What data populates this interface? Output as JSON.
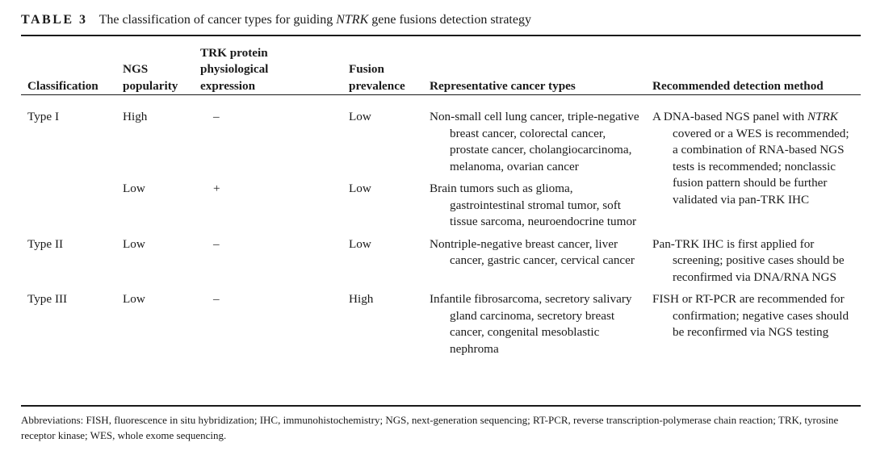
{
  "caption": {
    "label": "TABLE 3",
    "text_before": "The classification of cancer types for guiding ",
    "text_italic": "NTRK",
    "text_after": " gene fusions detection strategy"
  },
  "headers": [
    "Classification",
    "NGS\npopularity",
    "TRK protein\nphysiological\nexpression",
    "Fusion\nprevalence",
    "Representative cancer types",
    "Recommended detection method"
  ],
  "rows": [
    {
      "classification": "Type I",
      "ngs": "High",
      "trk": "–",
      "prevalence": "Low",
      "cancers": "Non-small cell lung cancer, triple-negative breast cancer, colorectal cancer, prostate cancer, cholangiocarcinoma, melanoma, ovarian cancer"
    },
    {
      "classification": "",
      "ngs": "Low",
      "trk": "+",
      "prevalence": "Low",
      "cancers": "Brain tumors such as glioma, gastrointestinal stromal tumor, soft tissue sarcoma, neuroendocrine tumor"
    },
    {
      "classification": "Type II",
      "ngs": "Low",
      "trk": "–",
      "prevalence": "Low",
      "cancers": "Nontriple-negative breast cancer, liver cancer, gastric cancer, cervical cancer",
      "method": "Pan-TRK IHC is first applied for screening; positive cases should be reconfirmed via DNA/RNA NGS"
    },
    {
      "classification": "Type III",
      "ngs": "Low",
      "trk": "–",
      "prevalence": "High",
      "cancers": "Infantile fibrosarcoma, secretory salivary gland carcinoma, secretory breast cancer, congenital mesoblastic nephroma",
      "method": "FISH or RT-PCR are recommended for confirmation; negative cases should be reconfirmed via NGS testing"
    }
  ],
  "type1_method": {
    "before": "A DNA-based NGS panel with ",
    "italic": "NTRK",
    "after": " covered or a WES is recommended; a combination of RNA-based NGS tests is recommended; nonclassic fusion pattern should be further validated via pan-TRK IHC"
  },
  "footnote": "Abbreviations: FISH, fluorescence in situ hybridization; IHC, immunohistochemistry; NGS, next-generation sequencing; RT-PCR, reverse transcription-polymerase chain reaction; TRK, tyrosine receptor kinase; WES, whole exome sequencing."
}
